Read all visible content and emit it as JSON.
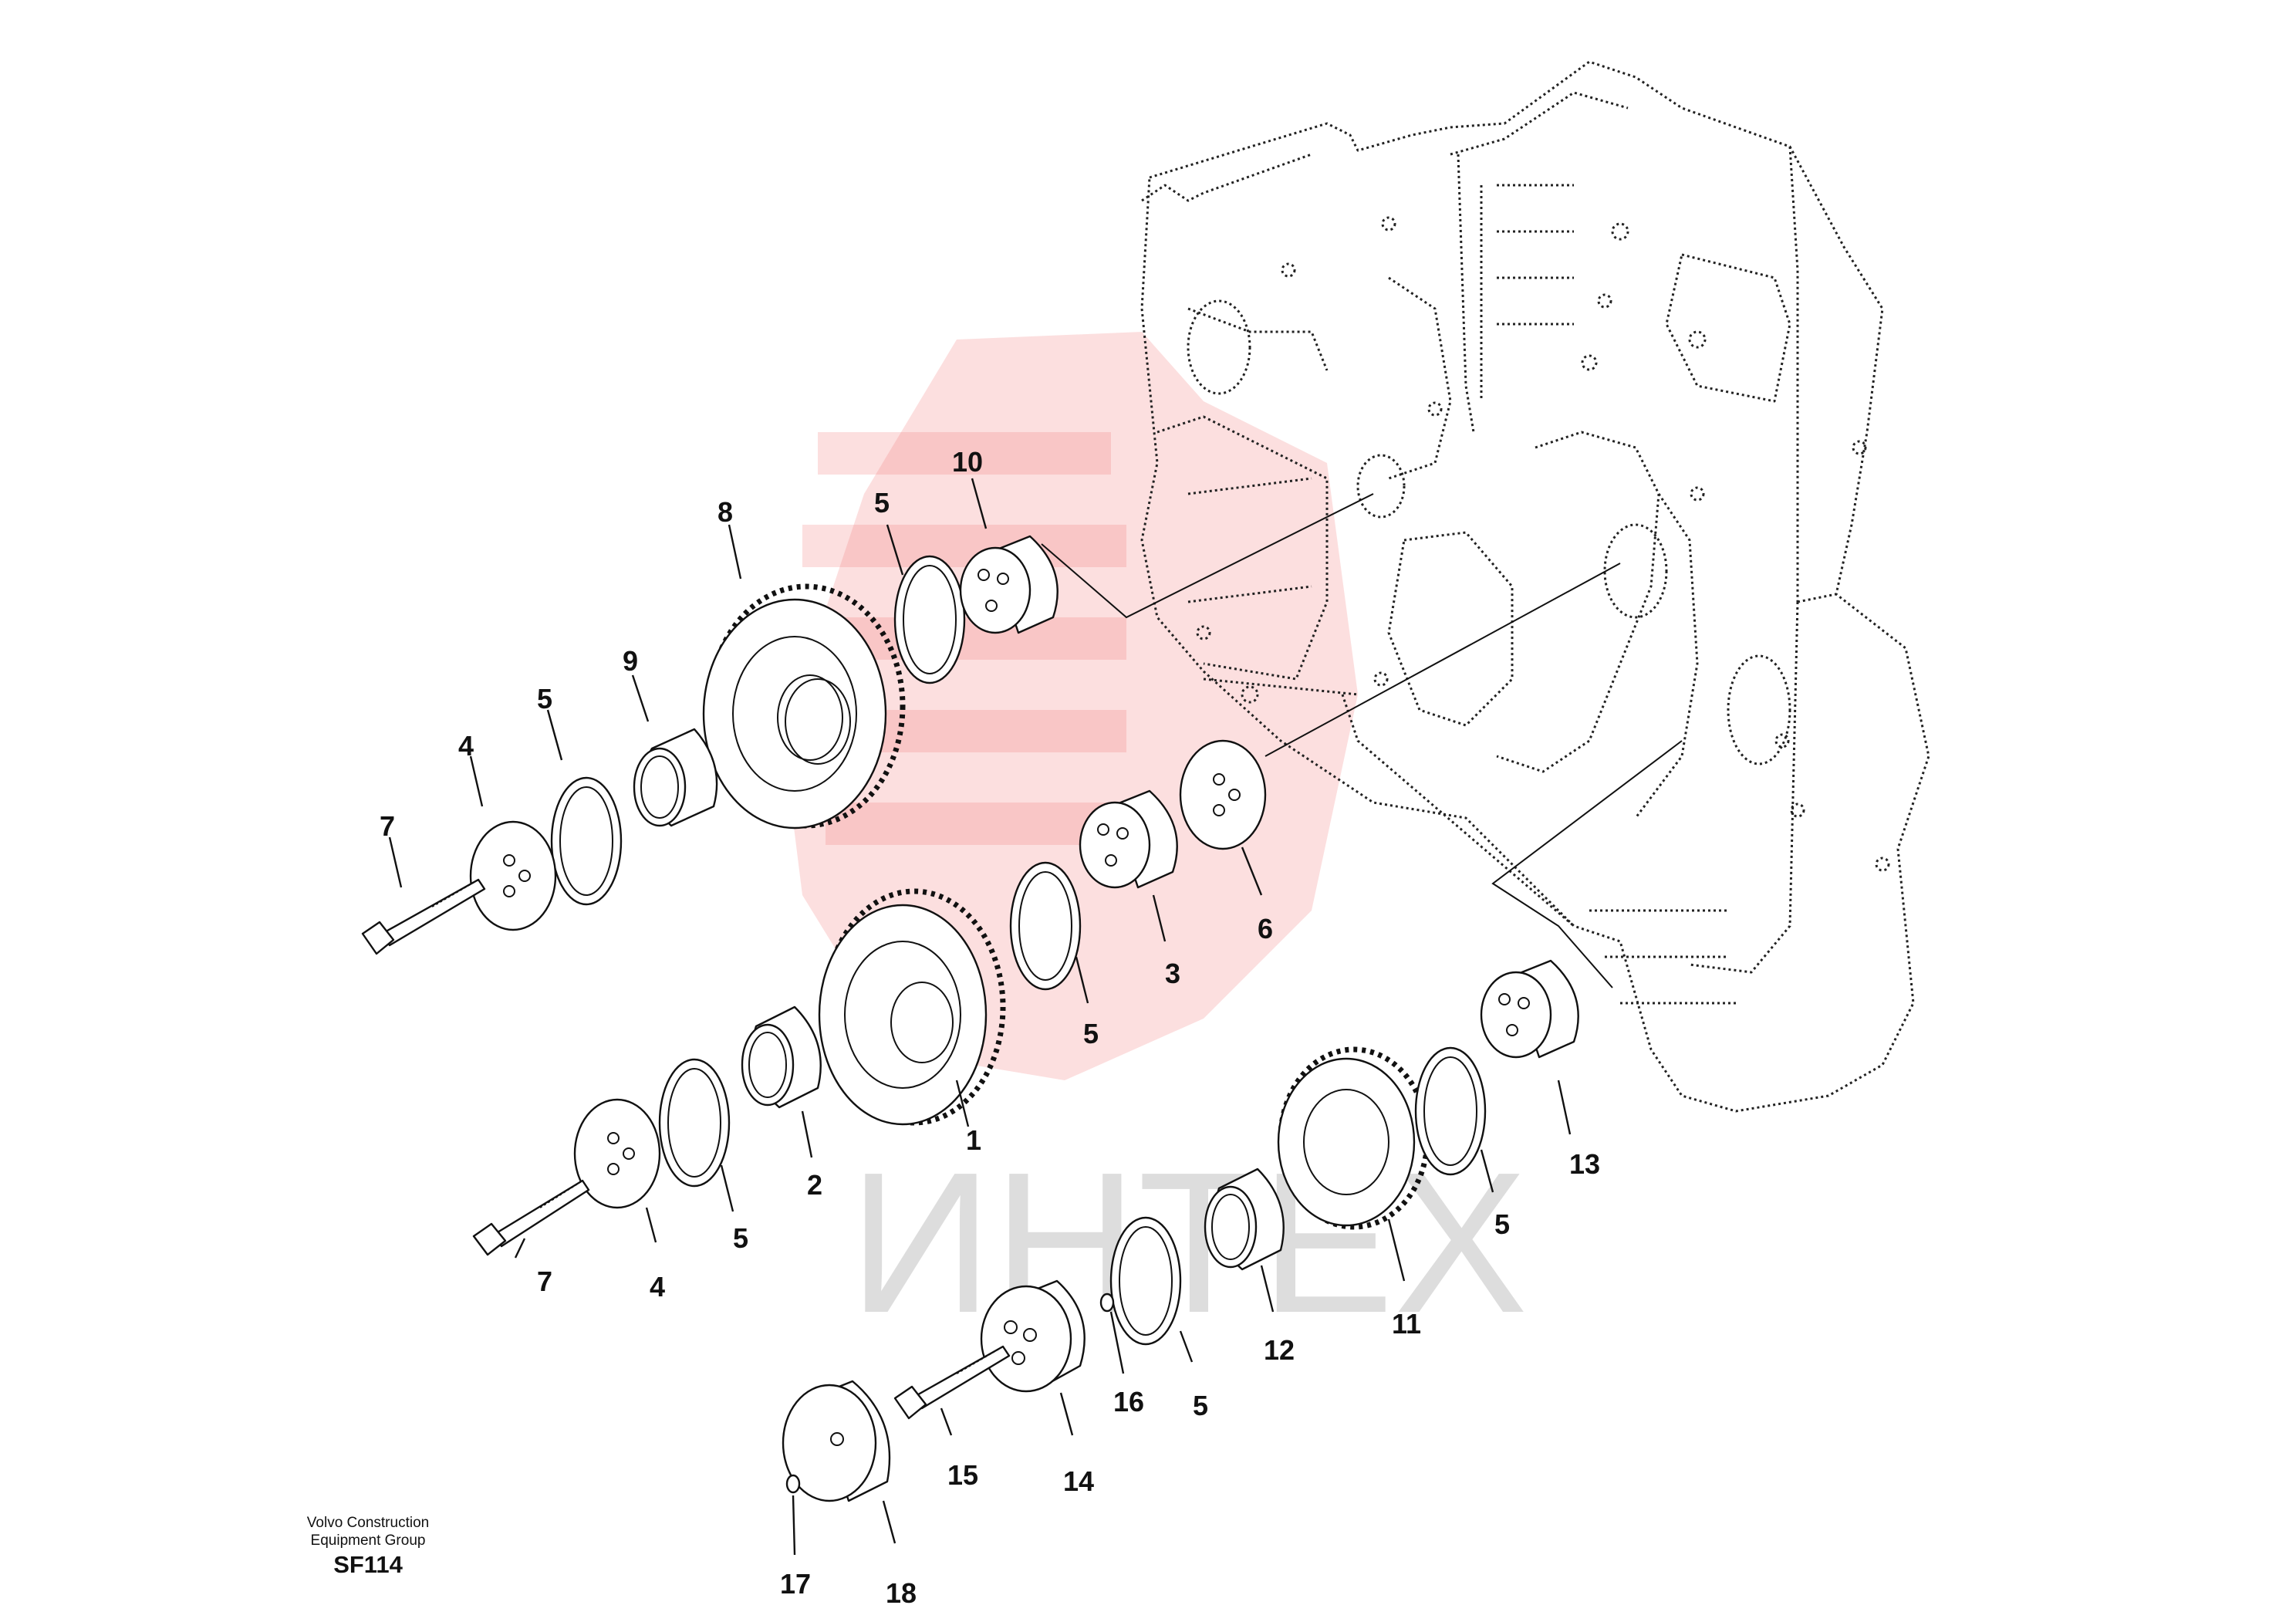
{
  "labels": [
    {
      "text": "10"
    },
    {
      "text": "8"
    },
    {
      "text": "5"
    },
    {
      "text": "9"
    },
    {
      "text": "5"
    },
    {
      "text": "4"
    },
    {
      "text": "7"
    },
    {
      "text": "6"
    },
    {
      "text": "3"
    },
    {
      "text": "5"
    },
    {
      "text": "1"
    },
    {
      "text": "2"
    },
    {
      "text": "5"
    },
    {
      "text": "4"
    },
    {
      "text": "7"
    },
    {
      "text": "13"
    },
    {
      "text": "5"
    },
    {
      "text": "11"
    },
    {
      "text": "12"
    },
    {
      "text": "5"
    },
    {
      "text": "16"
    },
    {
      "text": "14"
    },
    {
      "text": "15"
    },
    {
      "text": "18"
    },
    {
      "text": "17"
    }
  ],
  "caption": {
    "line1": "Volvo Construction",
    "line2": "Equipment Group",
    "code": "SF114"
  },
  "watermark": {
    "text": "ИНТЕХ",
    "color": "#f36e6e"
  }
}
